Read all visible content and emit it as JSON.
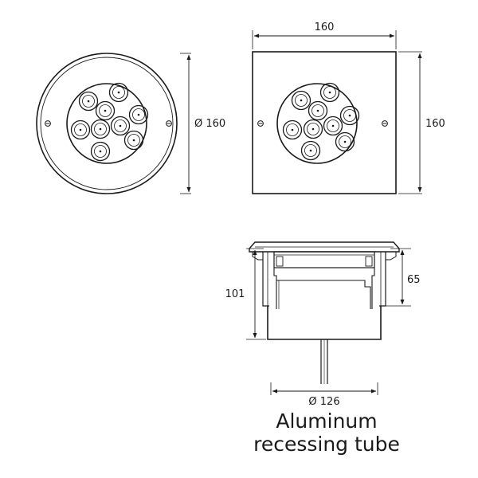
{
  "round_view": {
    "diameter_label": "Ø 160"
  },
  "square_view": {
    "width_label": "160",
    "height_label": "160"
  },
  "section_view": {
    "height_total_label": "101",
    "height_upper_label": "65",
    "diameter_label": "Ø 126"
  },
  "caption": {
    "line1": "Aluminum",
    "line2": "recessing tube"
  },
  "colors": {
    "line": "#1a1a1a",
    "background": "#ffffff"
  }
}
